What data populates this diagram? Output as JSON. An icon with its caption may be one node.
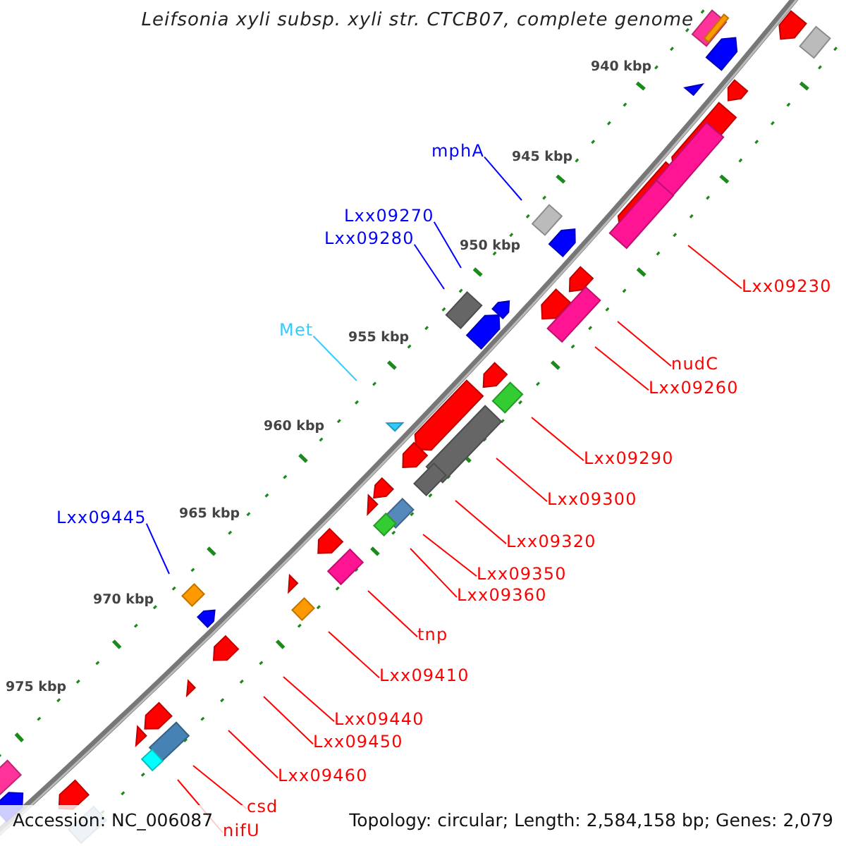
{
  "diagram": {
    "title": "Leifsonia xyli subsp. xyli str. CTCB07, complete genome",
    "nodes": [
      {
        "text": [
          "mphA"
        ]
      },
      {
        "text": [
          "Lxx09270"
        ]
      },
      {
        "text": [
          "Lxx09280"
        ]
      },
      {
        "text": [
          "Lxx09230"
        ]
      },
      {
        "text": [
          "Met"
        ]
      },
      {
        "text": [
          "nudC"
        ]
      },
      {
        "text": [
          "Lxx09260"
        ]
      },
      {
        "text": [
          "Lxx09290"
        ]
      },
      {
        "text": [
          "Lxx09300"
        ]
      },
      {
        "text": [
          "Lxx09445"
        ]
      },
      {
        "text": [
          "Lxx09320"
        ]
      },
      {
        "text": [
          "Lxx09350"
        ]
      },
      {
        "text": [
          "Lxx09360"
        ]
      },
      {
        "text": [
          "tnp"
        ]
      },
      {
        "text": [
          "Lxx09410"
        ]
      },
      {
        "text": [
          "Lxx09440"
        ]
      },
      {
        "text": [
          "Lxx09450"
        ]
      },
      {
        "text": [
          "Lxx09460"
        ]
      },
      {
        "text": [
          "csd"
        ]
      },
      {
        "text": [
          "nifU"
        ]
      }
    ],
    "edges": [
      {
        "from": 0,
        "to": null,
        "arrow": "none",
        "color": "#0000ff"
      },
      {
        "from": 1,
        "to": null,
        "arrow": "none",
        "color": "#0000ff"
      },
      {
        "from": 2,
        "to": null,
        "arrow": "none",
        "color": "#0000ff"
      },
      {
        "from": 3,
        "to": null,
        "arrow": "none"
      },
      {
        "from": 4,
        "to": null,
        "arrow": "none",
        "color": "#33ccff"
      },
      {
        "from": 5,
        "to": null,
        "arrow": "none"
      },
      {
        "from": 6,
        "to": null,
        "arrow": "none"
      },
      {
        "from": 7,
        "to": null,
        "arrow": "none"
      },
      {
        "from": 8,
        "to": null,
        "arrow": "none"
      },
      {
        "from": 9,
        "to": null,
        "arrow": "none",
        "color": "#0000ff"
      },
      {
        "from": 10,
        "to": null,
        "arrow": "none"
      },
      {
        "from": 11,
        "to": null,
        "arrow": "none"
      },
      {
        "from": 12,
        "to": null,
        "arrow": "none"
      },
      {
        "from": 13,
        "to": null,
        "arrow": "none"
      },
      {
        "from": 14,
        "to": null,
        "arrow": "none"
      },
      {
        "from": 15,
        "to": null,
        "arrow": "none"
      },
      {
        "from": 16,
        "to": null,
        "arrow": "none"
      },
      {
        "from": 17,
        "to": null,
        "arrow": "none"
      },
      {
        "from": 18,
        "to": null,
        "arrow": "none"
      },
      {
        "from": 19,
        "to": null,
        "arrow": "none"
      }
    ],
    "labels": [
      "940 kbp",
      "945 kbp",
      "950 kbp",
      "955 kbp",
      "960 kbp",
      "965 kbp",
      "970 kbp",
      "975 kbp",
      "Accession: NC_006087",
      "Topology: circular; Length: 2,584,158 bp; Genes: 2,079"
    ]
  }
}
